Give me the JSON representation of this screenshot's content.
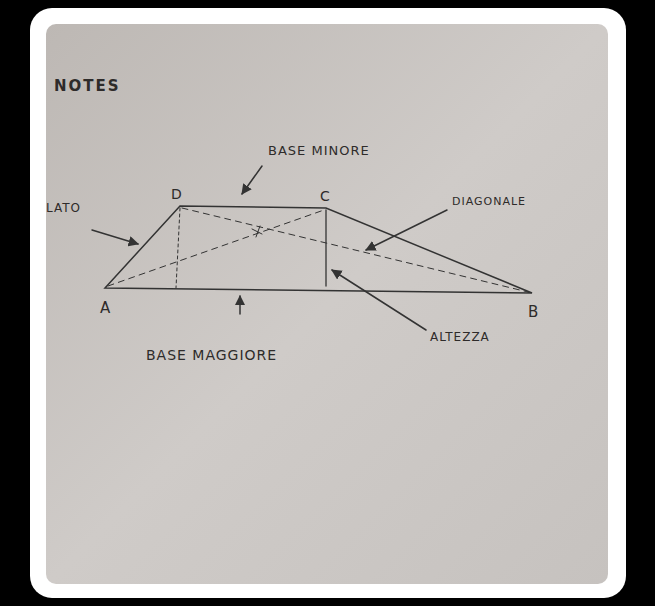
{
  "diagram": {
    "labels": [
      "NOTES",
      "BASE MINORE",
      "LATO",
      "D",
      "C",
      "DIAGONALE",
      "A",
      "B",
      "ALTEZZA",
      "BASE MAGGIORE"
    ]
  }
}
